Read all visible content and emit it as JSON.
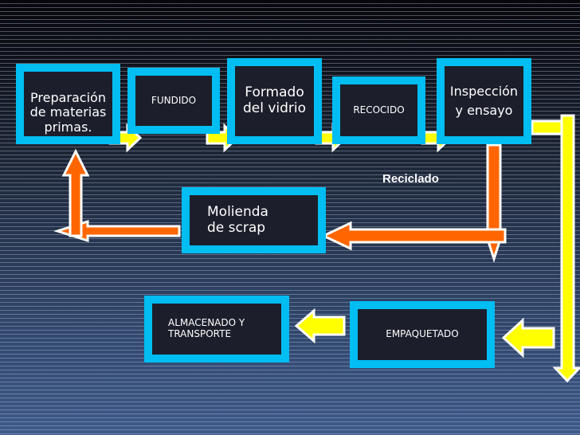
{
  "steps": {
    "preparacion": "Preparación de materias primas.",
    "fundido": "FUNDIDO",
    "formado": "Formado del vidrio",
    "recocido": "RECOCIDO",
    "inspeccion": "Inspección y ensayo",
    "molienda": "Molienda de scrap",
    "empaquetado": "EMPAQUETADO",
    "almacenado": "ALMACENADO Y TRANSPORTE"
  },
  "labels": {
    "reciclado": "Reciclado"
  },
  "colors": {
    "box_border": "#00bdf2",
    "forward_arrow": "#ffff00",
    "recycle_arrow": "#ff6600"
  }
}
